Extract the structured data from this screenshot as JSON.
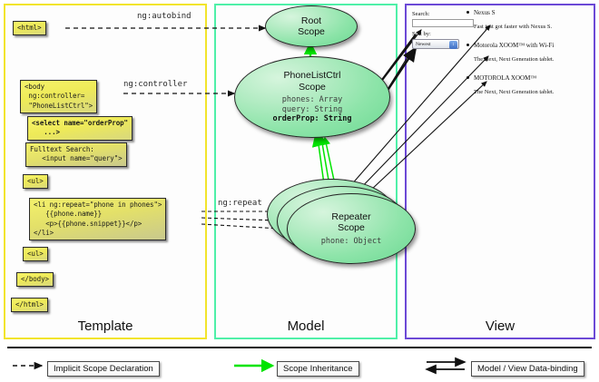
{
  "panels": {
    "template": {
      "label": "Template",
      "border_color": "#f2e42c"
    },
    "model": {
      "label": "Model",
      "border_color": "#4ff0a8"
    },
    "view": {
      "label": "View",
      "border_color": "#6c49d6"
    }
  },
  "template_code": [
    {
      "id": "html-open",
      "text": "<html>"
    },
    {
      "id": "body-open",
      "text": "<body\n ng:controller=\n \"PhoneListCtrl\">"
    },
    {
      "id": "select",
      "text": "<select name=\"orderProp\"\n   ...>"
    },
    {
      "id": "fulltext",
      "text": "Fulltext Search:\n   <input name=\"query\">"
    },
    {
      "id": "ul-open",
      "text": "<ul>"
    },
    {
      "id": "li-repeat",
      "text": "<li ng:repeat=\"phone in phones\">\n   {{phone.name}}\n   <p>{{phone.snippet}}</p>\n</li>"
    },
    {
      "id": "ul-close",
      "text": "<ul>"
    },
    {
      "id": "body-close",
      "text": "</body>"
    },
    {
      "id": "html-close",
      "text": "</html>"
    }
  ],
  "model_scopes": [
    {
      "id": "root",
      "title": "Root\nScope",
      "props": ""
    },
    {
      "id": "phonelistctrl",
      "title": "PhoneListCtrl\nScope",
      "props_plain": "phones: Array\nquery: String\n",
      "props_bold": "orderProp: String"
    },
    {
      "id": "repeater",
      "title": "Repeater\nScope",
      "props": "phone: Object"
    }
  ],
  "edge_labels": {
    "autobind": "ng:autobind",
    "controller": "ng:controller",
    "repeat": "ng:repeat"
  },
  "view": {
    "search_label": "Search:",
    "search_value": "",
    "sort_label": "Sort by:",
    "sort_selected": "Newest",
    "sort_arrow": "↕",
    "phones": [
      {
        "name": "Nexus S",
        "snippet": "Fast just got faster with Nexus S."
      },
      {
        "name": "Motorola XOOM™  with Wi-Fi",
        "snippet": "The Next, Next Generation tablet."
      },
      {
        "name": "MOTOROLA XOOM™",
        "snippet": "The Next, Next Generation tablet."
      }
    ]
  },
  "legend": [
    {
      "id": "implicit",
      "label": "Implicit Scope Declaration",
      "arrow": "dashed-black"
    },
    {
      "id": "inheritance",
      "label": "Scope Inheritance",
      "arrow": "solid-green"
    },
    {
      "id": "databinding",
      "label": "Model / View Data-binding",
      "arrow": "double-black"
    }
  ],
  "colors": {
    "code_box": "#eeea58",
    "scope_fill": "#8de4a9",
    "inheritance_arrow": "#00e400",
    "stroke": "#1a1a1a"
  }
}
